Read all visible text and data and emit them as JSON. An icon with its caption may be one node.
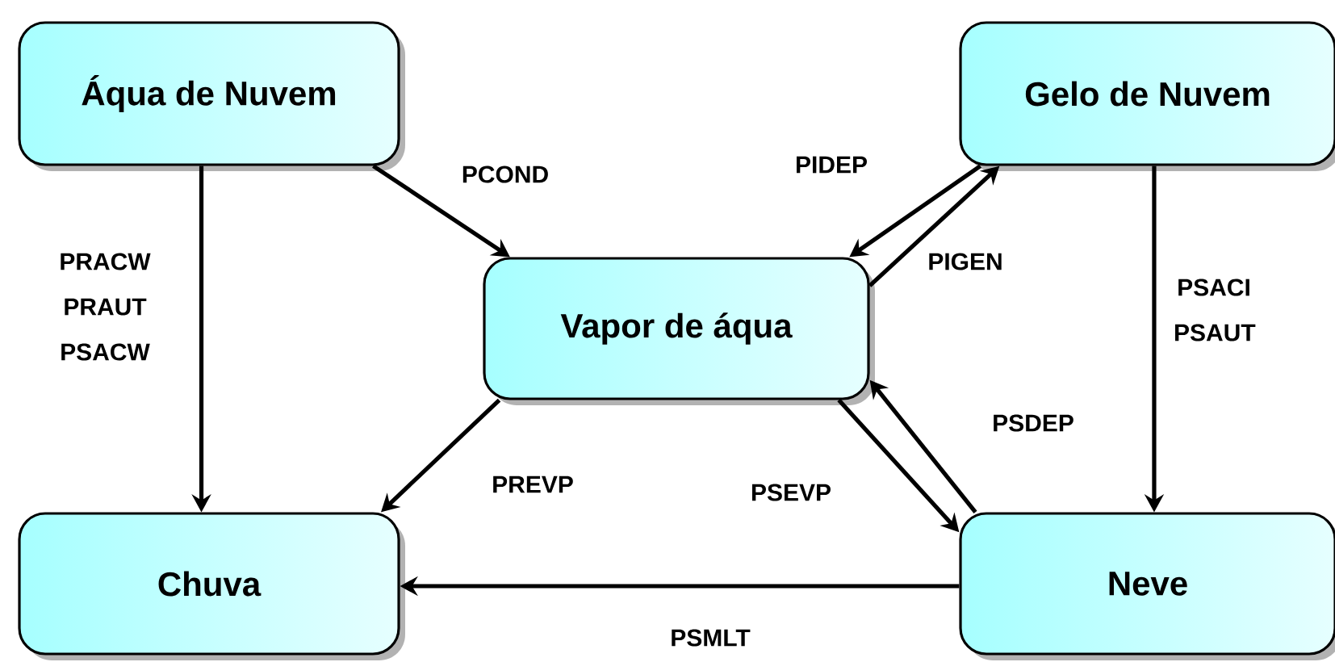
{
  "diagram": {
    "nodes": [
      {
        "text": [
          "Áqua de Nuvem"
        ]
      },
      {
        "text": [
          "Gelo de Nuvem"
        ]
      },
      {
        "text": [
          "Vapor de áqua"
        ]
      },
      {
        "text": [
          "Chuva"
        ]
      },
      {
        "text": [
          "Neve"
        ]
      }
    ],
    "edges": [
      {
        "from": 0,
        "to": 3,
        "arrow": "to",
        "label": "PRACW PRAUT PSACW"
      },
      {
        "from": 0,
        "to": 2,
        "arrow": "to",
        "label": "PCOND"
      },
      {
        "from": 1,
        "to": 2,
        "arrow": "to",
        "label": "PIDEP"
      },
      {
        "from": 2,
        "to": 1,
        "arrow": "to",
        "label": "PIGEN"
      },
      {
        "from": 1,
        "to": 4,
        "arrow": "to",
        "label": "PSACI PSAUT"
      },
      {
        "from": 2,
        "to": 3,
        "arrow": "to",
        "label": "PREVP"
      },
      {
        "from": 2,
        "to": 4,
        "arrow": "to",
        "label": "PSEVP"
      },
      {
        "from": 4,
        "to": 2,
        "arrow": "to",
        "label": "PSDEP"
      },
      {
        "from": 4,
        "to": 3,
        "arrow": "to",
        "label": "PSMLT"
      }
    ]
  }
}
